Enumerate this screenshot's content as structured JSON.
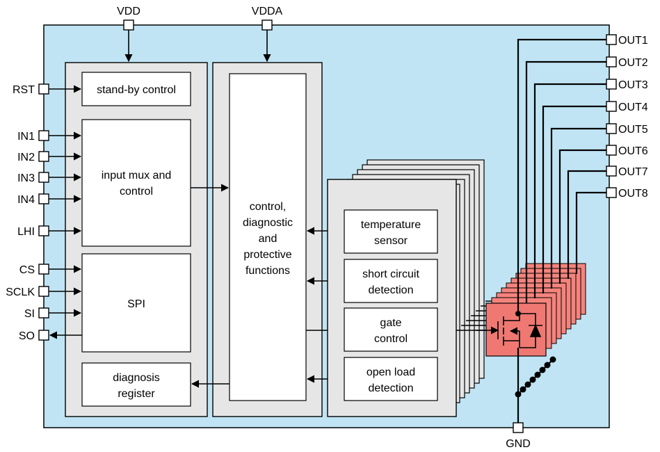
{
  "power_pins": {
    "vdd": "VDD",
    "vdda": "VDDA",
    "gnd": "GND"
  },
  "left_pins": {
    "rst": "RST",
    "in1": "IN1",
    "in2": "IN2",
    "in3": "IN3",
    "in4": "IN4",
    "lhi": "LHI",
    "cs": "CS",
    "sclk": "SCLK",
    "si": "SI",
    "so": "SO"
  },
  "outputs": [
    "OUT1",
    "OUT2",
    "OUT3",
    "OUT4",
    "OUT5",
    "OUT6",
    "OUT7",
    "OUT8"
  ],
  "blocks": {
    "standby": "stand-by control",
    "input_mux": [
      "input mux and",
      "control"
    ],
    "spi": "SPI",
    "diag_reg": [
      "diagnosis",
      "register"
    ],
    "control": [
      "control,",
      "diagnostic",
      "and",
      "protective",
      "functions"
    ],
    "temp": [
      "temperature",
      "sensor"
    ],
    "short": [
      "short circuit",
      "detection"
    ],
    "gate": [
      "gate",
      "control"
    ],
    "openload": [
      "open load",
      "detection"
    ]
  },
  "colors": {
    "chip_fill": "#c0e4f4",
    "panel_fill": "#e6e6e6",
    "block_fill": "#ffffff",
    "mosfet_fill": "#f07872",
    "mosfet_back": "#f5837d"
  }
}
